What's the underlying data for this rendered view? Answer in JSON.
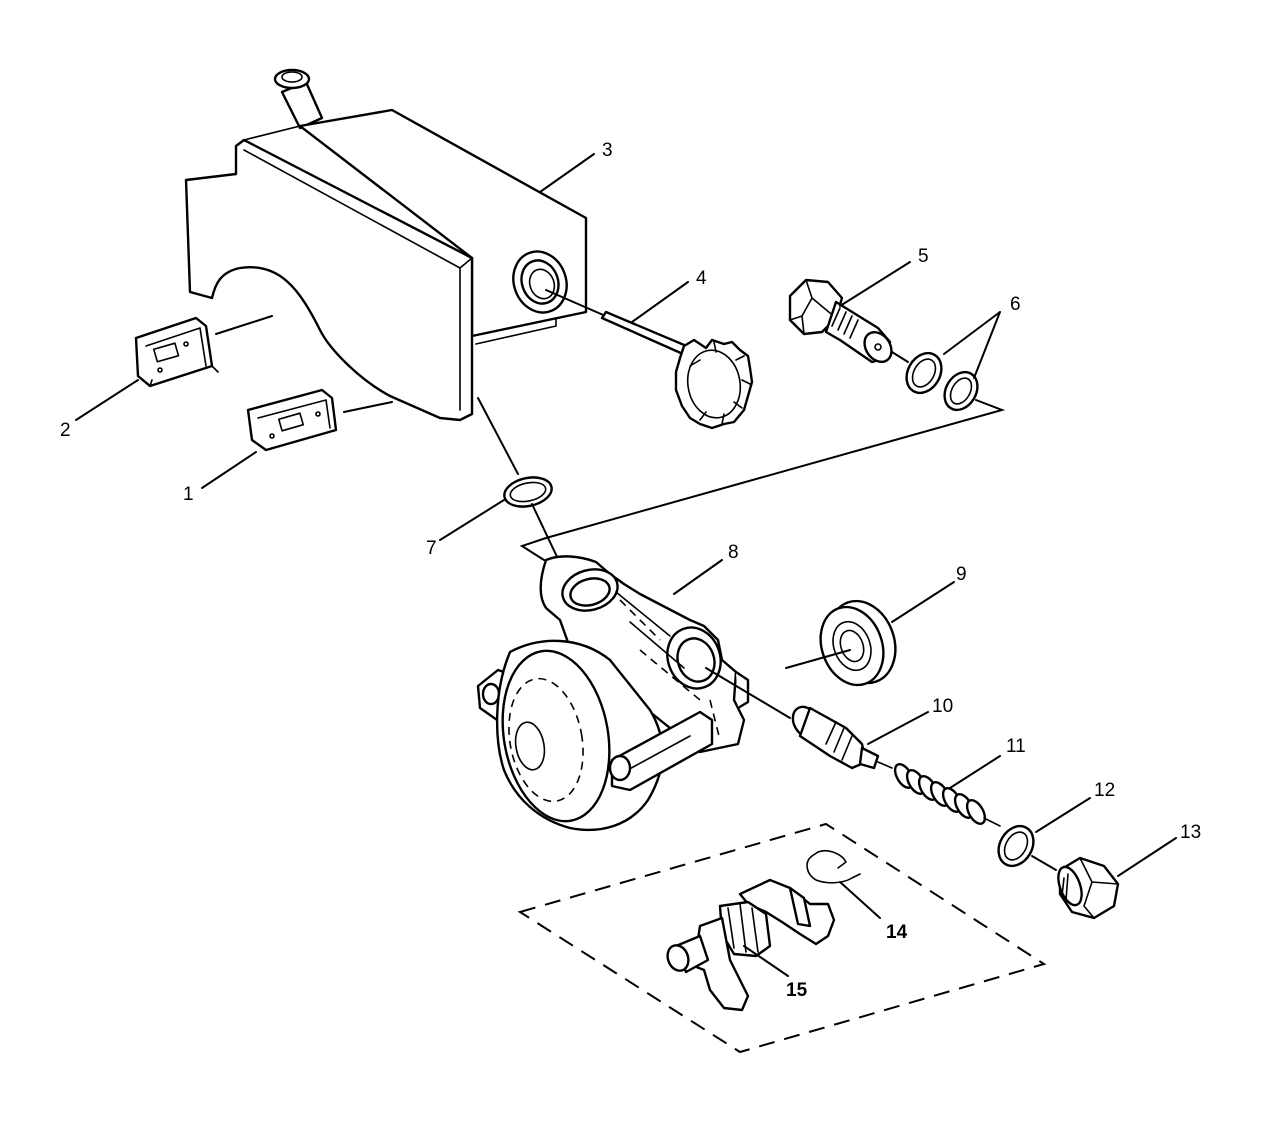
{
  "diagram": {
    "callouts": [
      "1",
      "2",
      "3",
      "4",
      "5",
      "6",
      "7",
      "8",
      "9",
      "10",
      "11",
      "12",
      "13",
      "14",
      "15"
    ]
  },
  "colors": {
    "line": "#000000",
    "background": "#ffffff"
  }
}
